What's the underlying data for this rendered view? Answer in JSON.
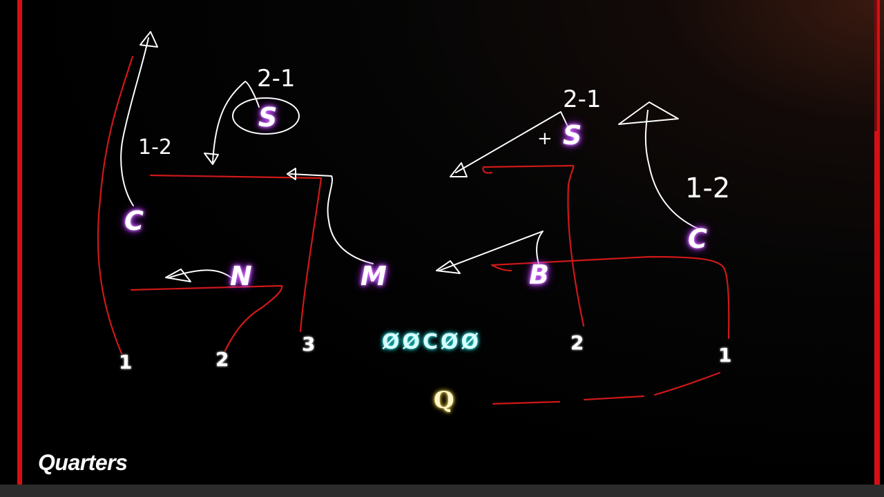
{
  "title": "Quarters",
  "colors": {
    "border": "#d80f12",
    "route_red": "#d01818",
    "route_white": "#ffffff",
    "player_glow": "#c14cff",
    "oline_glow": "#20c8c8",
    "qb_glow": "#d8b830"
  },
  "defenders": {
    "corner_left": "C",
    "safety_left": "S",
    "nickel": "N",
    "mike": "M",
    "buck": "B",
    "safety_right": "S",
    "corner_right": "C"
  },
  "receivers": {
    "left_1": "1",
    "left_2": "2",
    "left_3": "3",
    "right_2": "2",
    "right_1": "1"
  },
  "offensive_line": "ØØCØØ",
  "quarterback": "Q",
  "annotations": {
    "left_safety_read": "2-1",
    "left_corner_read": "1-2",
    "right_safety_read": "2-1",
    "right_corner_read": "1-2",
    "check_mark": "+"
  }
}
